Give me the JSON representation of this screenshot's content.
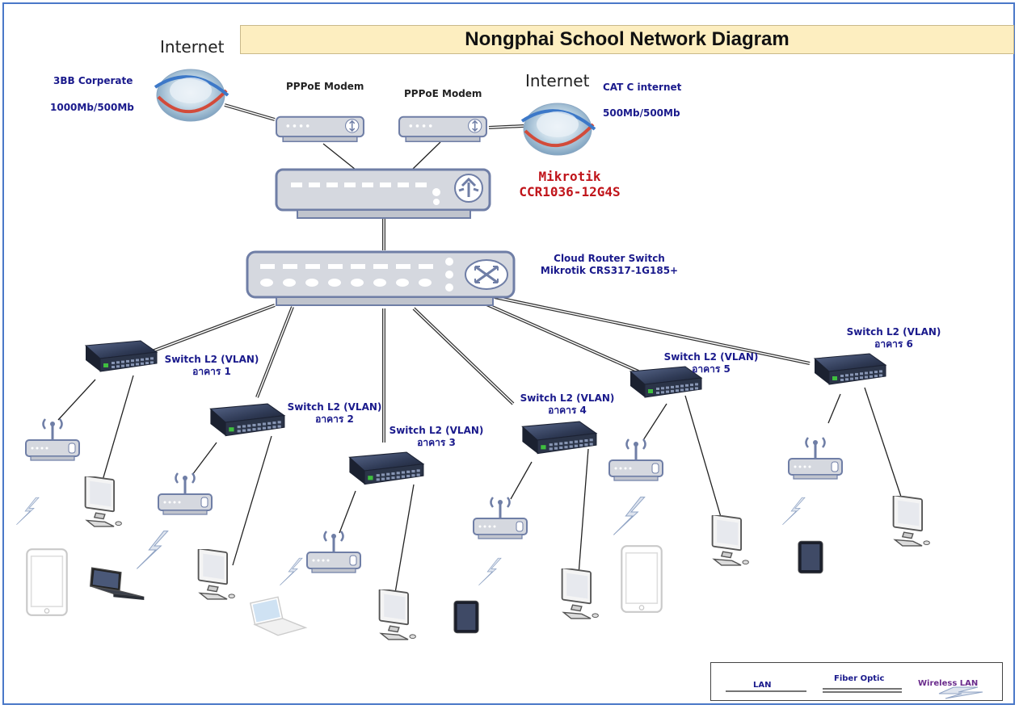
{
  "title": "Nongphai School Network Diagram",
  "internet_left": {
    "label": "Internet",
    "provider": "3BB Corperate",
    "speed": "1000Mb/500Mb"
  },
  "internet_right": {
    "label": "Internet",
    "provider": "CAT C internet",
    "speed": "500Mb/500Mb"
  },
  "modems": [
    {
      "label": "PPPoE Modem"
    },
    {
      "label": "PPPoE Modem"
    }
  ],
  "router": {
    "line1": "Mikrotik",
    "line2": "CCR1036-12G4S"
  },
  "core_switch": {
    "line1": "Cloud Router Switch",
    "line2": "Mikrotik CRS317-1G185+"
  },
  "switches": [
    {
      "line1": "Switch L2 (VLAN)",
      "line2": "อาคาร 1"
    },
    {
      "line1": "Switch L2 (VLAN)",
      "line2": "อาคาร 2"
    },
    {
      "line1": "Switch L2 (VLAN)",
      "line2": "อาคาร 3"
    },
    {
      "line1": "Switch L2 (VLAN)",
      "line2": "อาคาร 4"
    },
    {
      "line1": "Switch L2 (VLAN)",
      "line2": "อาคาร 5"
    },
    {
      "line1": "Switch L2 (VLAN)",
      "line2": "อาคาร 6"
    }
  ],
  "legend": {
    "lan": "LAN",
    "fiber": "Fiber Optic",
    "wireless": "Wireless LAN"
  },
  "colors": {
    "frame": "#4a78c8",
    "title_bg": "#fdeec0",
    "label_blue": "#1a1a8c",
    "router_red": "#c0141a",
    "device_gray": "#d5d8df",
    "device_border": "#6f7ea6",
    "switch_dark": "#2b3448"
  }
}
